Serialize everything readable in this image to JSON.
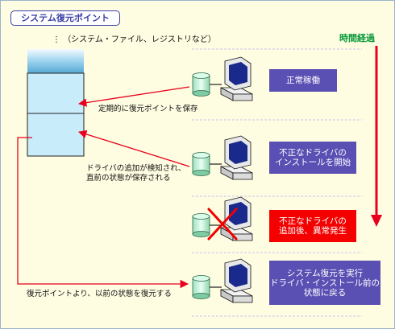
{
  "title": "システム復元ポイント",
  "subtitle": "（システム・ファイル、レジストリなど）",
  "timeline_label": "時間経過",
  "captions": {
    "save_periodically": "定期的に復元ポイントを保存",
    "driver_detected_line1": "ドライバの追加が検知され、",
    "driver_detected_line2": "直前の状態が保存される",
    "restore_from_point": "復元ポイントより、以前の状態を復元する"
  },
  "stages": [
    {
      "lines": [
        "正常稼働"
      ],
      "color": "#5a4fb3"
    },
    {
      "lines": [
        "不正なドライバの",
        "インストールを開始"
      ],
      "color": "#5a4fb3"
    },
    {
      "lines": [
        "不正なドライバの",
        "追加後、異常発生"
      ],
      "color": "#f40000"
    },
    {
      "lines": [
        "システム復元を実行",
        "ドライバ・インストール前の",
        "状態に戻る"
      ],
      "color": "#5a4fb3"
    }
  ],
  "colors": {
    "background": "#fefce1",
    "arrow_red": "#e8001c",
    "stack_blue": "#c9ecfb",
    "stack_top": "#6ab4d8",
    "timeline_green": "#0a9a3a",
    "error_cross": "#ee0000"
  },
  "icons": [
    "computer-icon",
    "database-icon",
    "error-cross-icon"
  ]
}
